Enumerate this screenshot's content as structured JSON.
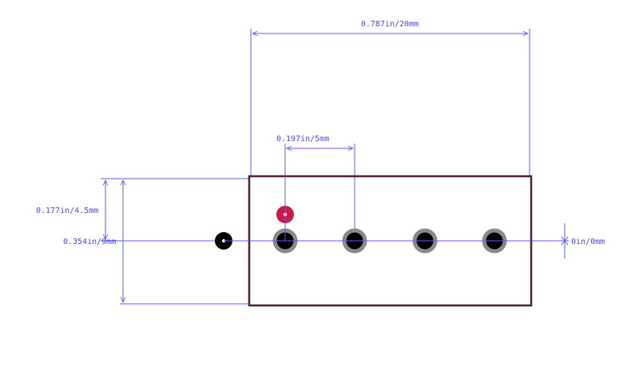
{
  "dimensions": {
    "overall_width": "0.787in/20mm",
    "pitch": "0.197in/5mm",
    "row_offset": "0.177in/4.5mm",
    "overall_height": "0.354in/9mm",
    "zero_offset": "0in/0mm"
  },
  "colors": {
    "dimension": "#5b5bf0",
    "outline": "#111111",
    "pad_ring": "#8a8a8a",
    "pad_hole": "#000000",
    "pin1_pad": "#cc1a45",
    "mounting_hole": "#000000"
  },
  "pads": [
    {
      "id": "pin-1",
      "kind": "signal"
    },
    {
      "id": "pin-2",
      "kind": "signal"
    },
    {
      "id": "pin-3",
      "kind": "signal"
    },
    {
      "id": "pin-4",
      "kind": "signal"
    }
  ],
  "markers": [
    {
      "id": "pin1-marker",
      "kind": "highlight"
    },
    {
      "id": "mounting-hole",
      "kind": "hole"
    }
  ]
}
